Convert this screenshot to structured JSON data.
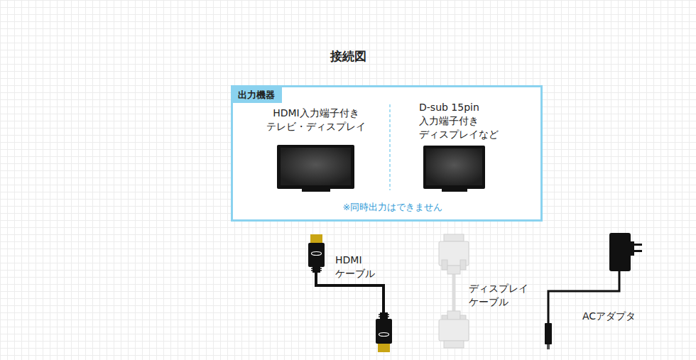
{
  "diagram": {
    "title": "接続図",
    "nodes": [
      {
        "text": [
          "出力機器",
          "※同時出力はできません"
        ]
      }
    ],
    "labels": [
      "HDMI入力端子付き テレビ・ディスプレイ",
      "D-sub 15pin 入力端子付き ディスプレイなど",
      "HDMI ケーブル",
      "ディスプレイ ケーブル",
      "ACアダプタ"
    ]
  }
}
